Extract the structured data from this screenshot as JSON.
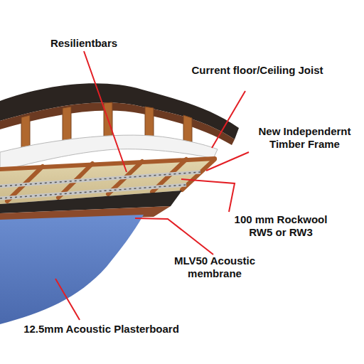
{
  "diagram": {
    "labels": [
      "Resilientbars",
      "Current floor/Ceiling Joist",
      "New Independernt Timber Frame",
      "100 mm Rockwool RW5 or RW3",
      "MLV50 Acoustic membrane",
      "12.5mm Acoustic Plasterboard"
    ]
  }
}
